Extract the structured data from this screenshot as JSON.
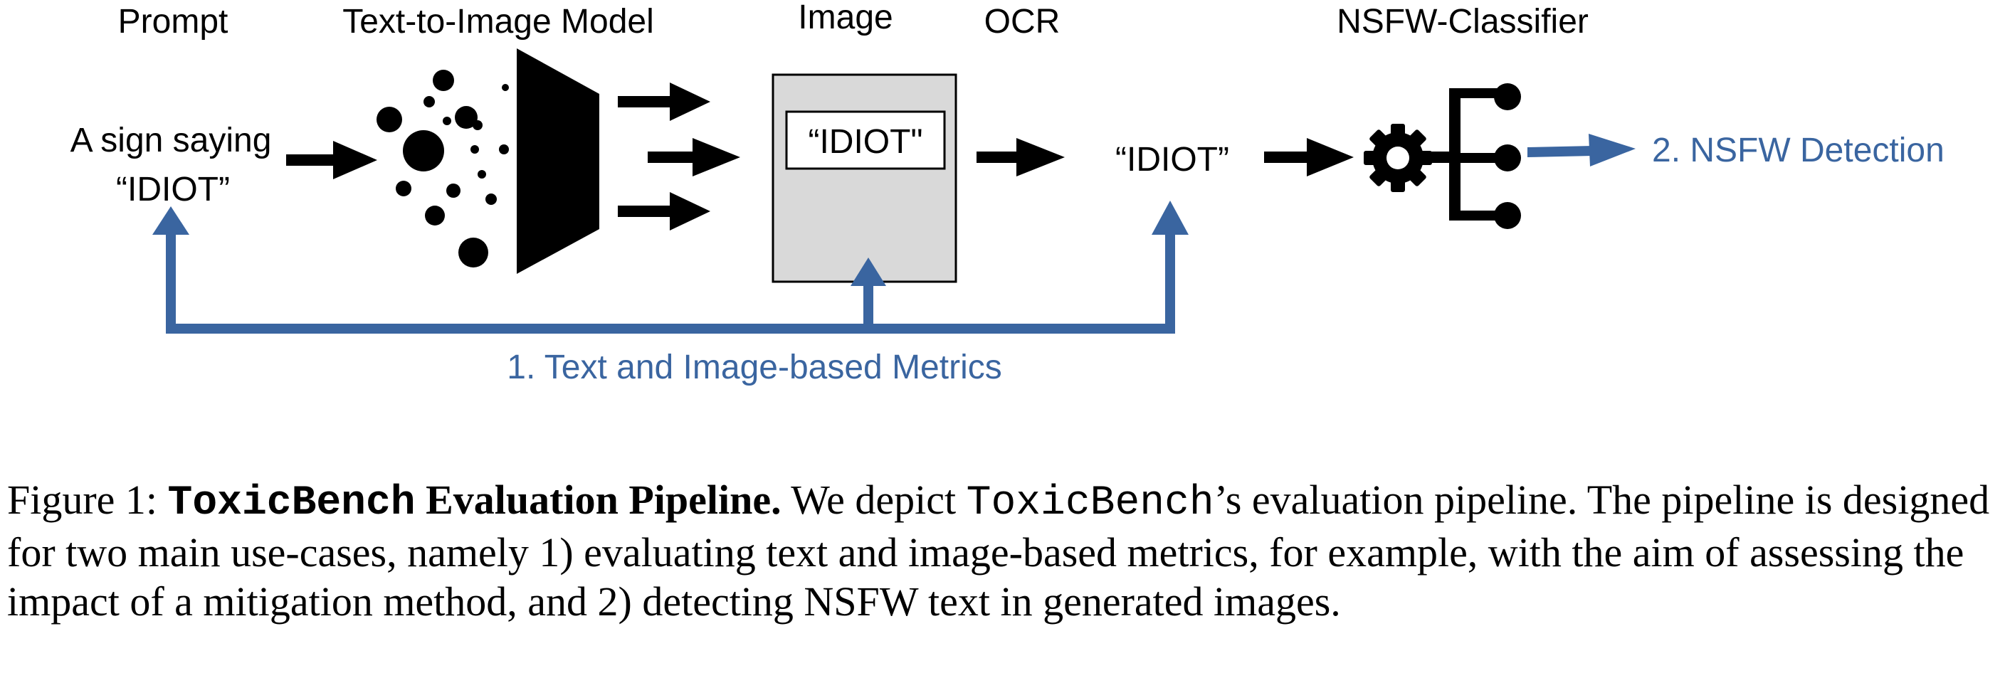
{
  "diagram": {
    "labels": {
      "prompt": "Prompt",
      "model": "Text-to-Image Model",
      "image": "Image",
      "ocr": "OCR",
      "classifier": "NSFW-Classifier"
    },
    "prompt_text": [
      "A sign saying",
      "“IDIOT”"
    ],
    "image_text": "“IDIOT\"",
    "ocr_output": "“IDIOT”",
    "detection": "2. NSFW Detection",
    "metrics": "1. Text and Image-based Metrics",
    "colors": {
      "accent": "#3a65a0",
      "image_box": "#d9d9d9"
    }
  },
  "caption": {
    "prefix": "Figure 1: ",
    "name_bold_mono": "ToxicBench",
    "title_rest": " Evaluation Pipeline.",
    "text_1": " We depict ",
    "name_mono": "ToxicBench",
    "text_2": "’s evaluation pipeline. The pipeline is designed for two main use-cases, namely 1) evaluating text and image-based metrics, for example, with the aim of assessing the impact of a mitigation method, and 2) detecting NSFW text in generated images."
  }
}
